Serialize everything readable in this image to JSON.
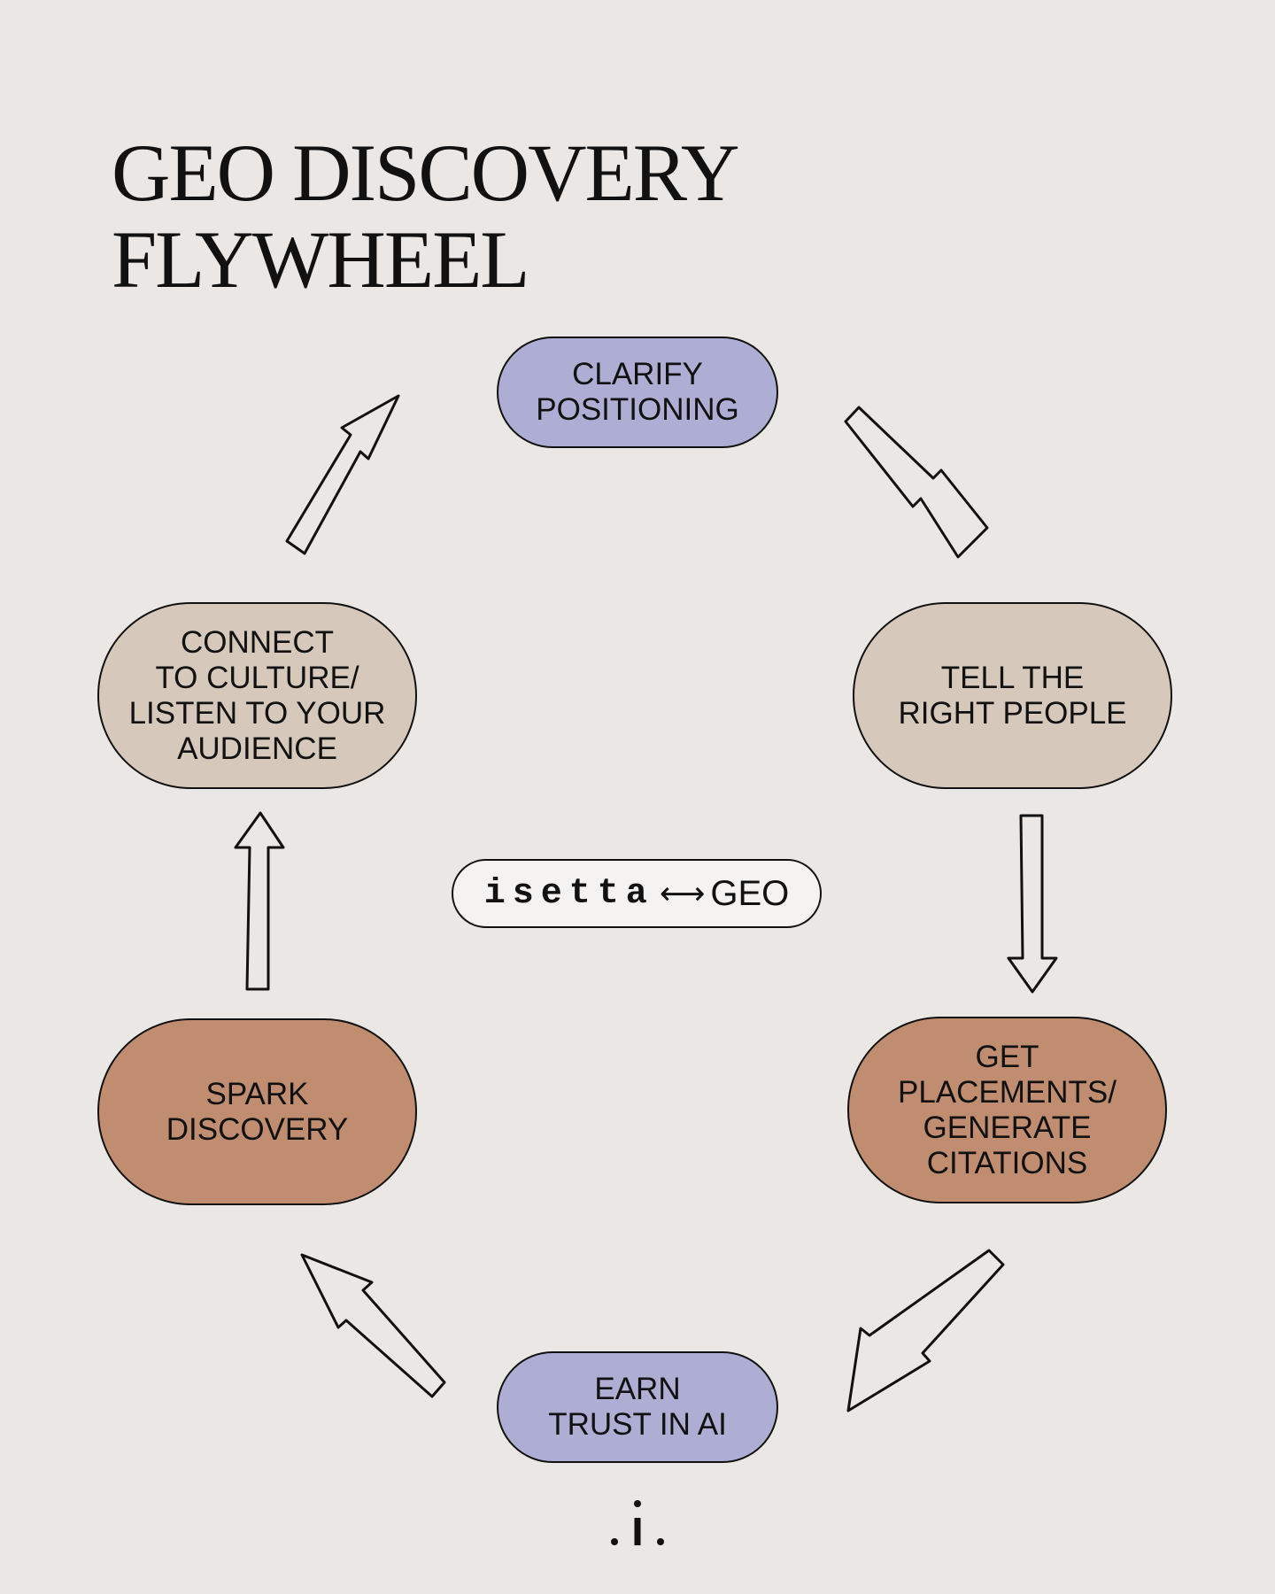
{
  "title": {
    "line1": "GEO DISCOVERY",
    "line2": "FLYWHEEL"
  },
  "colors": {
    "background": "#ebe7e4",
    "lavender": "#aeadd4",
    "beige": "#d6c9bc",
    "terracotta": "#c18d70",
    "outline": "#111111"
  },
  "steps": [
    {
      "label": "CLARIFY\nPOSITIONING",
      "color": "lavender"
    },
    {
      "label": "TELL THE\nRIGHT PEOPLE",
      "color": "beige"
    },
    {
      "label": "GET\nPLACEMENTS/\nGENERATE\nCITATIONS",
      "color": "terracotta"
    },
    {
      "label": "EARN\nTRUST IN AI",
      "color": "lavender"
    },
    {
      "label": "SPARK\nDISCOVERY",
      "color": "terracotta"
    },
    {
      "label": "CONNECT\nTO CULTURE/\nLISTEN TO YOUR\nAUDIENCE",
      "color": "beige"
    }
  ],
  "center": {
    "brand": "isetta",
    "connector": "⟷",
    "label": "GEO"
  },
  "logo_icon": "dot-i-dot-logo-icon"
}
